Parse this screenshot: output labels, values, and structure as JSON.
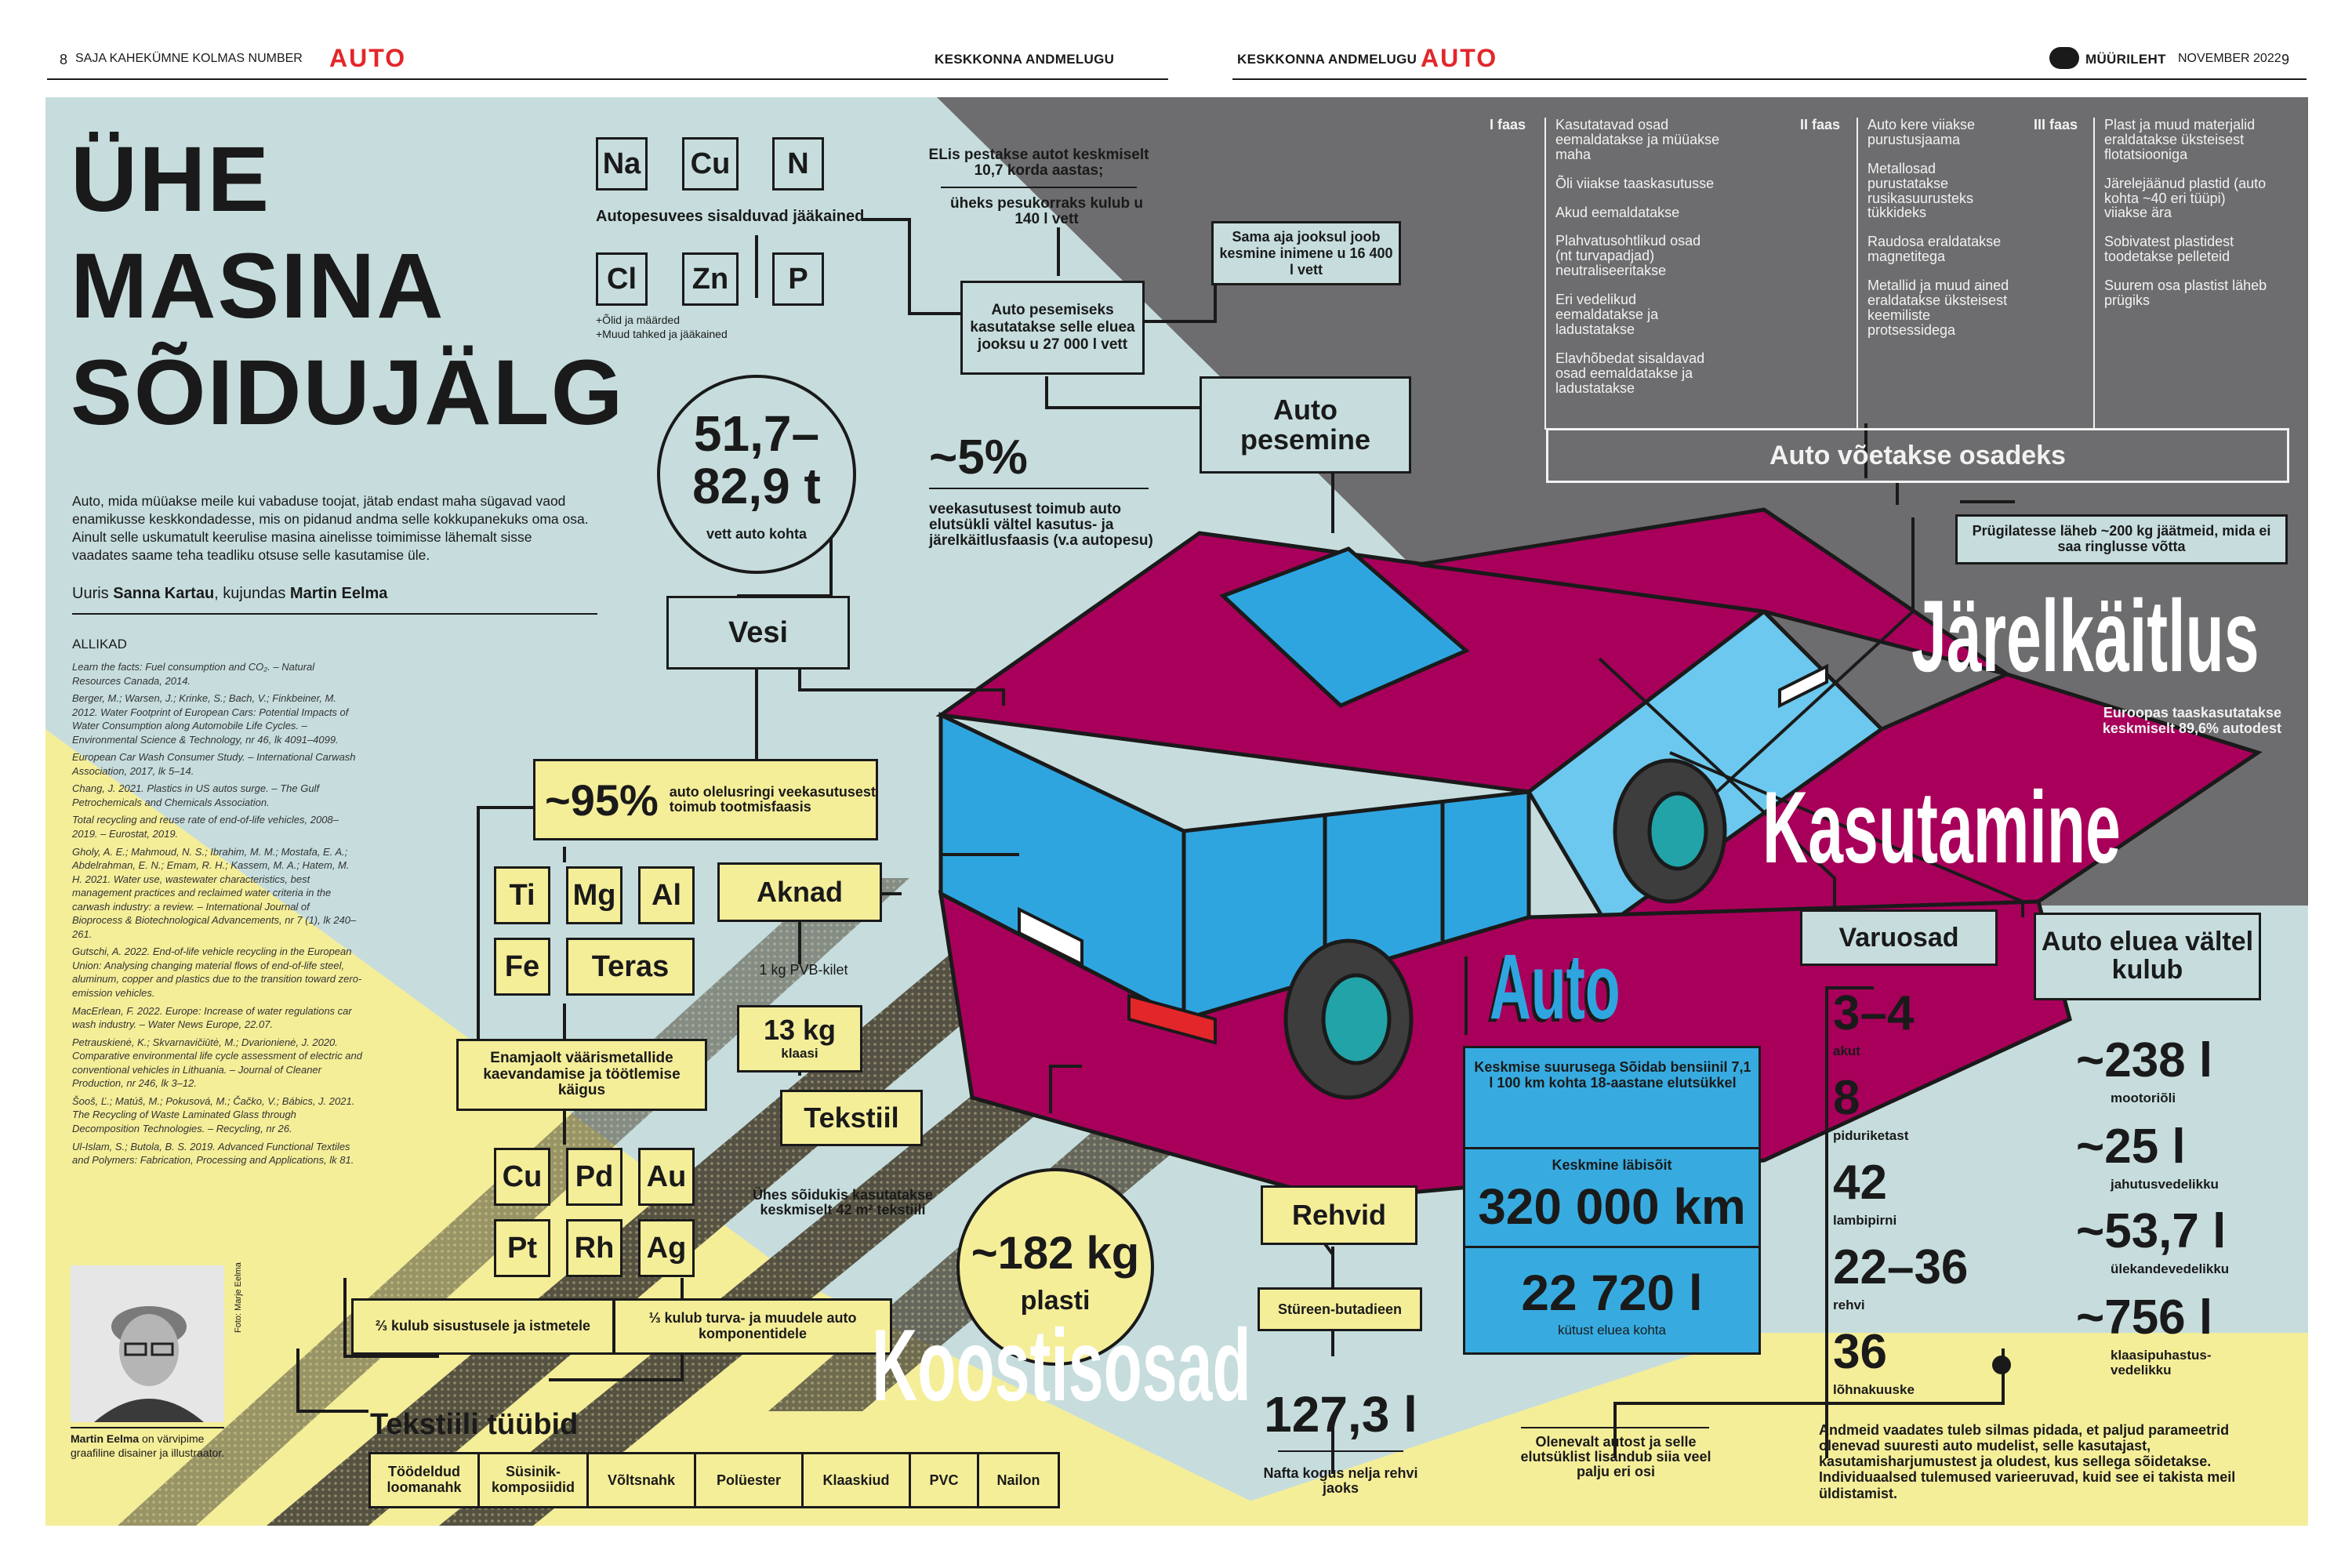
{
  "header": {
    "left_page": "8",
    "left_issue": "SAJA KAHEKÜMNE KOLMAS NUMBER",
    "section": "AUTO",
    "left_kicker": "KESKKONNA ANDMELUGU",
    "right_kicker": "KESKKONNA ANDMELUGU",
    "right_section": "AUTO",
    "brand": "MÜÜRILEHT",
    "date": "NOVEMBER 2022",
    "right_page": "9"
  },
  "title": {
    "line1": "ÜHE",
    "line2": "MASINA",
    "line3": "SÕIDUJÄLG"
  },
  "intro": "Auto, mida müüakse meile kui vabaduse toojat, jätab endast maha sügavad vaod enamikusse keskkondadesse, mis on pidanud andma selle kokkupanekuks oma osa. Ainult selle uskumatult keerulise masina ainelisse toimimisse lähemalt sisse vaadates saame teha teadliku otsuse selle kasutamise üle.",
  "byline": {
    "prefix": "Uuris",
    "author": "Sanna Kartau",
    "mid": "kujundas",
    "designer": "Martin Eelma"
  },
  "sources": {
    "heading": "ALLIKAD",
    "items": [
      "Learn the facts: Fuel consumption and CO₂. – Natural Resources Canada, 2014.",
      "Berger, M.; Warsen, J.; Krinke, S.; Bach, V.; Finkbeiner, M. 2012. Water Footprint of European Cars: Potential Impacts of Water Consumption along Automobile Life Cycles. – Environmental Science & Technology, nr 46, lk 4091–4099.",
      "European Car Wash Consumer Study. – International Carwash Association, 2017, lk 5–14.",
      "Chang, J. 2021. Plastics in US autos surge. – The Gulf Petrochemicals and Chemicals Association.",
      "Total recycling and reuse rate of end-of-life vehicles, 2008–2019. – Eurostat, 2019.",
      "Gholy, A. E.; Mahmoud, N. S.; Ibrahim, M. M.; Mostafa, E. A.; Abdelrahman, E. N.; Emam, R. H.; Kassem, M. A.; Hatem, M. H. 2021. Water use, wastewater characteristics, best management practices and reclaimed water criteria in the carwash industry: a review. – International Journal of Bioprocess & Biotechnological Advancements, nr 7 (1), lk 240–261.",
      "Gutschi, A. 2022. End-of-life vehicle recycling in the European Union: Analysing changing material flows of end-of-life steel, aluminum, copper and plastics due to the transition toward zero-emission vehicles.",
      "MacErlean, F. 2022. Europe: Increase of water regulations car wash industry. – Water News Europe, 22.07.",
      "Petrauskienė, K.; Skvarnavičiūtė, M.; Dvarionienė, J. 2020. Comparative environmental life cycle assessment of electric and conventional vehicles in Lithuania. – Journal of Cleaner Production, nr 246, lk 3–12.",
      "Šooš, Ľ.; Matúš, M.; Pokusová, M.; Čačko, V.; Bábics, J. 2021. The Recycling of Waste Laminated Glass through Decomposition Technologies. – Recycling, nr 26.",
      "Ul-Islam, S.; Butola, B. S. 2019. Advanced Functional Textiles and Polymers: Fabrication, Processing and Applications, lk 81."
    ]
  },
  "photo": {
    "credit": "Foto: Marje Eelma",
    "caption_name": "Martin Eelma",
    "caption_text": "on värvipime graafiline disainer ja illustraator."
  },
  "water": {
    "residues": [
      "Na",
      "Cu",
      "N",
      "Cl",
      "Zn",
      "P"
    ],
    "residues_label": "Autopesuvees sisalduvad jääkained",
    "residues_note1": "+Õlid ja määrded",
    "residues_note2": "+Muud tahked ja jääkained",
    "eu_wash": "ELis pestakse autot keskmiselt 10,7 korda aastas;",
    "per_wash": "üheks pesukorraks kulub u 140 l vett",
    "lifetime_wash": "Auto pesemiseks kasutatakse selle eluea jooksu u 27 000 l vett",
    "drink": "Sama aja jooksul joob kesmine inimene u 16 400 l vett",
    "wash_box": "Auto pesemine",
    "total_value": "51,7–82,9 t",
    "total_label": "vett auto kohta",
    "pct": "~5%",
    "pct_label": "veekasutusest toimub auto elutsükli vältel kasutus- ja järelkäitlusfaasis (v.a autopesu)",
    "vesi": "Vesi",
    "production_pct": "~95%",
    "production_label": "auto olelusringi veekasutusest toimub tootmisfaasis"
  },
  "metals": {
    "row1": [
      "Ti",
      "Mg",
      "Al"
    ],
    "row2a": "Fe",
    "row2b": "Teras",
    "mining": "Enamjaolt väärismetallide kaevandamise ja töötlemise käigus",
    "precious1": [
      "Cu",
      "Pd",
      "Au"
    ],
    "precious2": [
      "Pt",
      "Rh",
      "Ag"
    ]
  },
  "windows": {
    "label": "Aknad",
    "pvb": "1 kg PVB-kilet",
    "glass_value": "13 kg",
    "glass_label": "klaasi"
  },
  "textile": {
    "label": "Tekstiil",
    "note": "Ühes sõidukis kasutatakse keskmiselt 42 m² tekstiili",
    "two_thirds": "⅔ kulub sisustusele ja istmetele",
    "one_third": "⅓ kulub turva- ja muudele auto komponentidele",
    "types_label": "Tekstiili tüübid",
    "types": [
      "Töödeldud loomanahk",
      "Süsinik-komposiidid",
      "Võltsnahk",
      "Polüester",
      "Klaaskiud",
      "PVC",
      "Nailon"
    ]
  },
  "plastic": {
    "value": "~182 kg",
    "label": "plasti"
  },
  "sections": {
    "composition": "Koostisosad",
    "usage": "Kasutamine",
    "after": "Järelkäitlus",
    "auto": "Auto"
  },
  "tyres": {
    "label": "Rehvid",
    "material": "Stüreen-butadieen",
    "value": "127,3 l",
    "note": "Nafta kogus nelja rehvi jaoks"
  },
  "auto": {
    "avg_car": "Keskmise suurusega Sõidab bensiinil 7,1 l 100 km kohta 18-aastane elutsükkel",
    "avg_mileage_label": "Keskmine läbisõit",
    "mileage": "320 000 km",
    "fuel": "22 720 l",
    "fuel_label": "kütust eluea kohta"
  },
  "spares": {
    "label": "Varuosad",
    "items": [
      {
        "value": "3–4",
        "label": "akut"
      },
      {
        "value": "8",
        "label": "piduriketast"
      },
      {
        "value": "42",
        "label": "lambipirni"
      },
      {
        "value": "22–36",
        "label": "rehvi"
      },
      {
        "value": "36",
        "label": "lõhnakuuske"
      }
    ]
  },
  "consumption": {
    "label": "Auto eluea vältel kulub",
    "items": [
      {
        "value": "~238 l",
        "label": "mootoriõli"
      },
      {
        "value": "~25 l",
        "label": "jahutusvedelikku"
      },
      {
        "value": "~53,7 l",
        "label": "ülekandevedelikku"
      },
      {
        "value": "~756 l",
        "label": "klaasipuhastus-vedelikku"
      }
    ]
  },
  "depends": "Olenevalt autost ja selle elutsüklist lisandub siia veel palju eri osi",
  "disclaimer": "Andmeid vaadates tuleb silmas pidada, et paljud parameetrid olenevad suuresti auto mudelist, selle kasutajast, kasutamisharjumustest ja oludest, kus sellega sõidetakse. Individuaalsed tulemused varieeruvad, kuid see ei takista meil üldistamist.",
  "recycling": {
    "phase1": "I faas",
    "phase2": "II faas",
    "phase3": "III faas",
    "col1": [
      "Kasutatavad osad eemaldatakse ja müüakse maha",
      "Õli viiakse taaskasutusse",
      "Akud eemaldatakse",
      "Plahvatusohtlikud osad (nt turvapadjad) neutraliseeritakse",
      "Eri vedelikud eemaldatakse ja ladustatakse",
      "Elavhõbedat sisaldavad osad eemaldatakse ja ladustatakse"
    ],
    "col2": [
      "Auto kere viiakse purustusjaama",
      "Metallosad purustatakse rusikasuurusteks tükkideks",
      "Raudosa eraldatakse magnetitega",
      "Metallid ja muud ained eraldatakse üksteisest keemiliste protsessidega"
    ],
    "col3": [
      "Plast ja muud materjalid eraldatakse üksteisest flotatsiooniga",
      "Järelejäänud plastid (auto kohta ~40 eri tüüpi) viiakse ära",
      "Sobivatest plastidest toodetakse pelleteid",
      "Suurem osa plastist läheb prügiks"
    ],
    "dismantle": "Auto võetakse osadeks",
    "landfill": "Prügilatesse läheb ~200 kg jäätmeid, mida ei saa ringlusse võtta",
    "eu_rate": "Euroopas taaskasutatakse keskmiselt 89,6% autodest"
  },
  "colors": {
    "bg_blue": "#c7dddd",
    "bg_yellow": "#f5ee99",
    "bg_gray": "#6d6d6f",
    "car": "#a8005a",
    "glass": "#2fa5e0",
    "accent": "#e3262a"
  }
}
